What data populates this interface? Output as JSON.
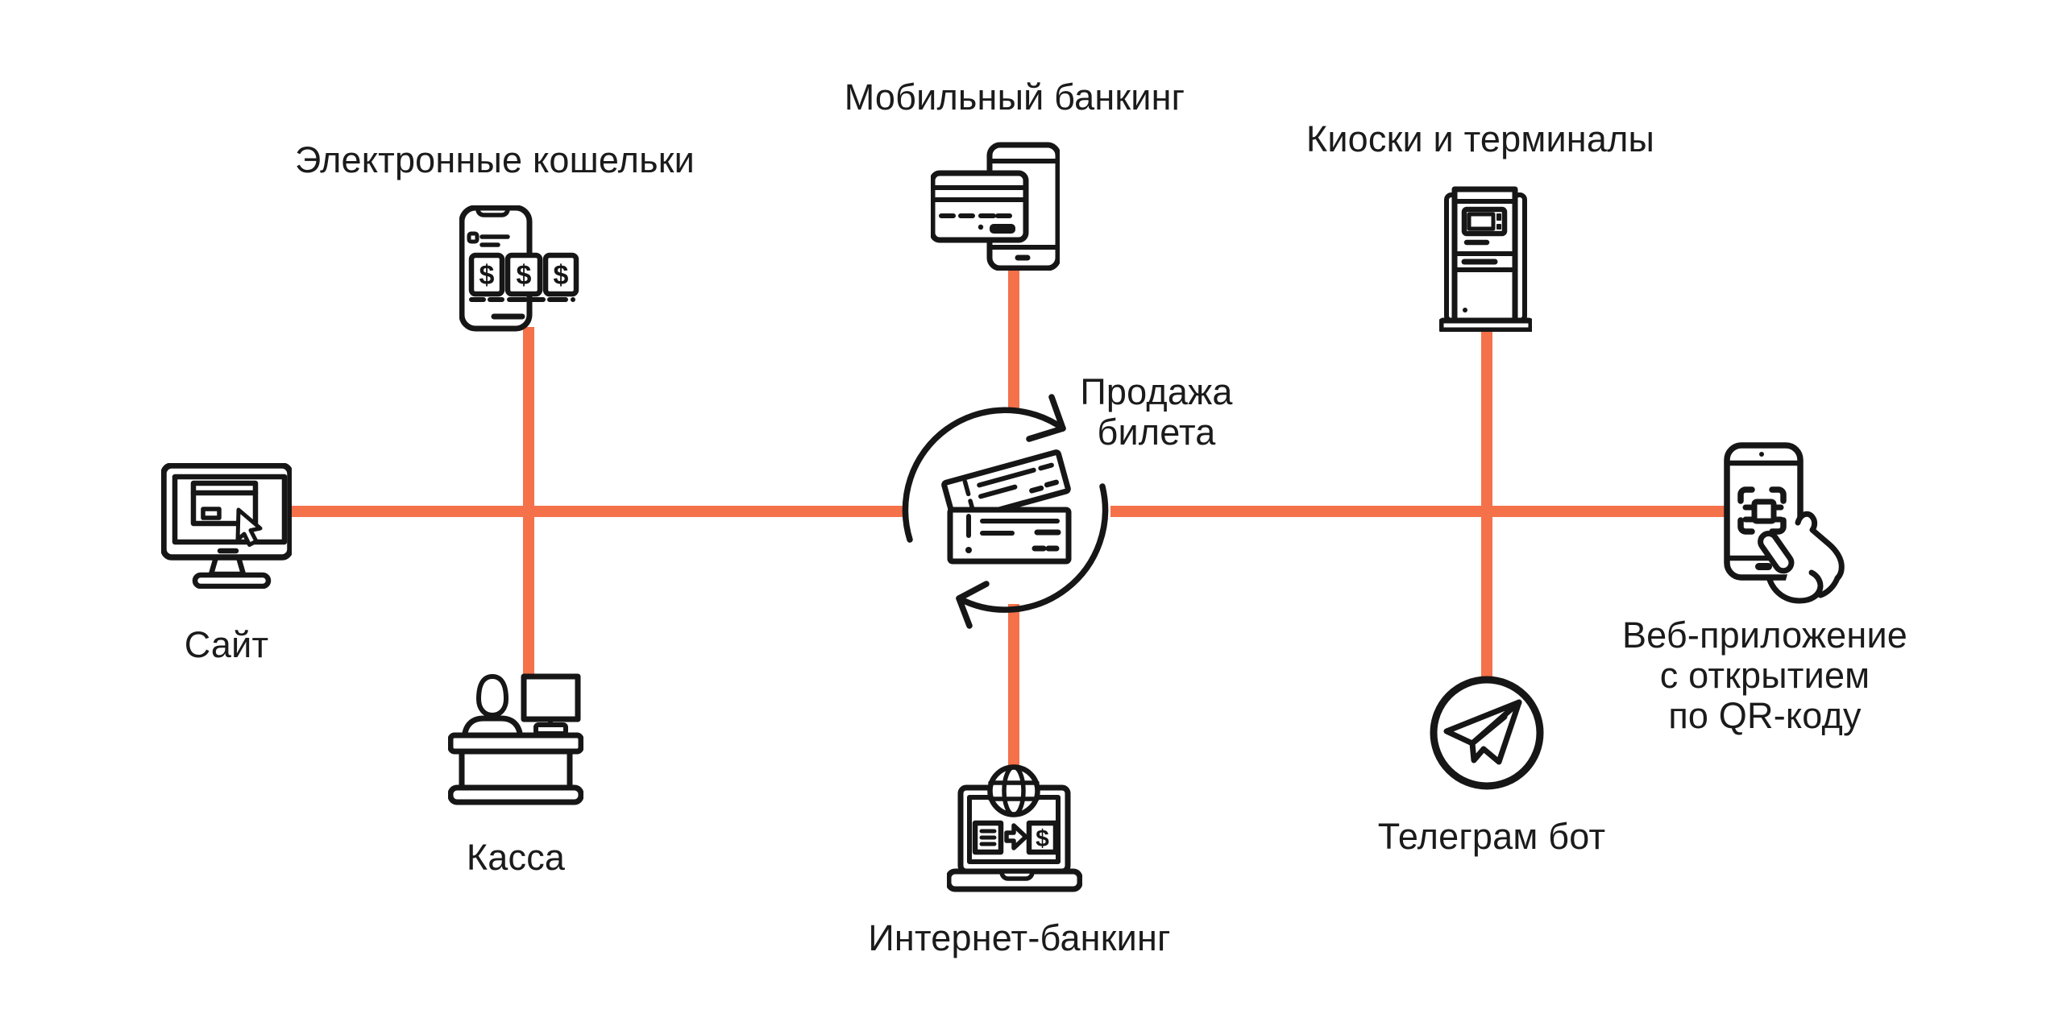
{
  "colors": {
    "accent": "#F4714A",
    "ink": "#161616",
    "background": "#FFFFFF"
  },
  "center": {
    "title_line1": "Продажа",
    "title_line2": "билета"
  },
  "nodes": {
    "site": {
      "label": "Сайт"
    },
    "wallets": {
      "label": "Электронные кошельки"
    },
    "mobile_banking": {
      "label": "Мобильный банкинг"
    },
    "kiosks": {
      "label": "Киоски и терминалы"
    },
    "qr_webapp": {
      "label_line1": "Веб-приложение",
      "label_line2": "с открытием",
      "label_line3": "по QR-коду"
    },
    "telegram_bot": {
      "label": "Телеграм бот"
    },
    "internet_banking": {
      "label": "Интернет-банкинг"
    },
    "kassa": {
      "label": "Касса"
    }
  },
  "icon_glyphs": {
    "dollar": "$"
  }
}
